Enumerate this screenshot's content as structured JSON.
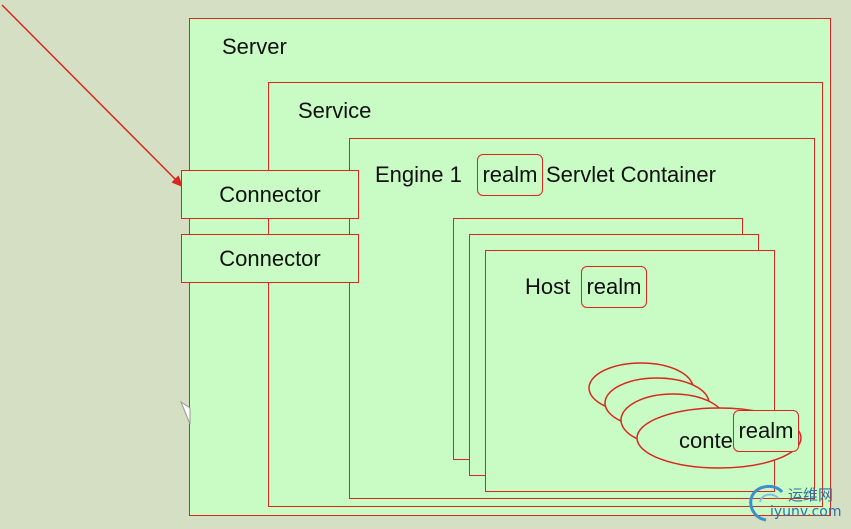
{
  "server": {
    "label": "Server"
  },
  "service": {
    "label": "Service"
  },
  "connectors": [
    {
      "label": "Connector"
    },
    {
      "label": "Connector"
    }
  ],
  "engine": {
    "label": "Engine 1",
    "realm": "realm",
    "container_label": "Servlet Container"
  },
  "host": {
    "label": "Host",
    "realm": "realm"
  },
  "context": {
    "label": "conte",
    "realm": "realm"
  },
  "watermark": {
    "chinese": "运维网",
    "domain": "iyunv.com"
  },
  "colors": {
    "border": "#d8271f",
    "fill": "#c9fcc4",
    "background": "#d4dfc4"
  }
}
